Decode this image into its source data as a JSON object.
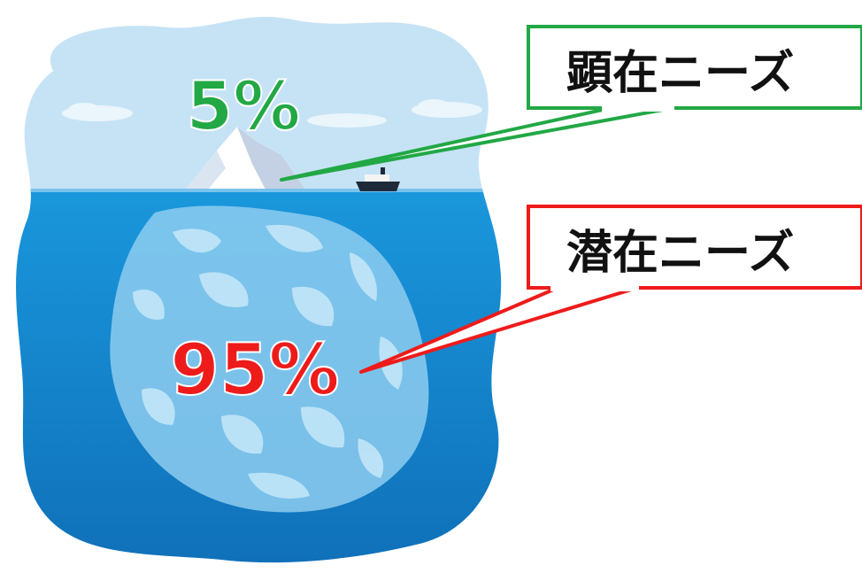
{
  "visible": {
    "percent": "5%",
    "callout": "顕在ニーズ",
    "color": "#22a845"
  },
  "latent": {
    "percent": "95%",
    "callout": "潜在ニーズ",
    "color": "#ee1b1b"
  },
  "illustration": {
    "subject": "iceberg",
    "sky_color": "#c6e3f6",
    "water_color": "#1e8fd6",
    "ice_color": "#ffffff"
  }
}
